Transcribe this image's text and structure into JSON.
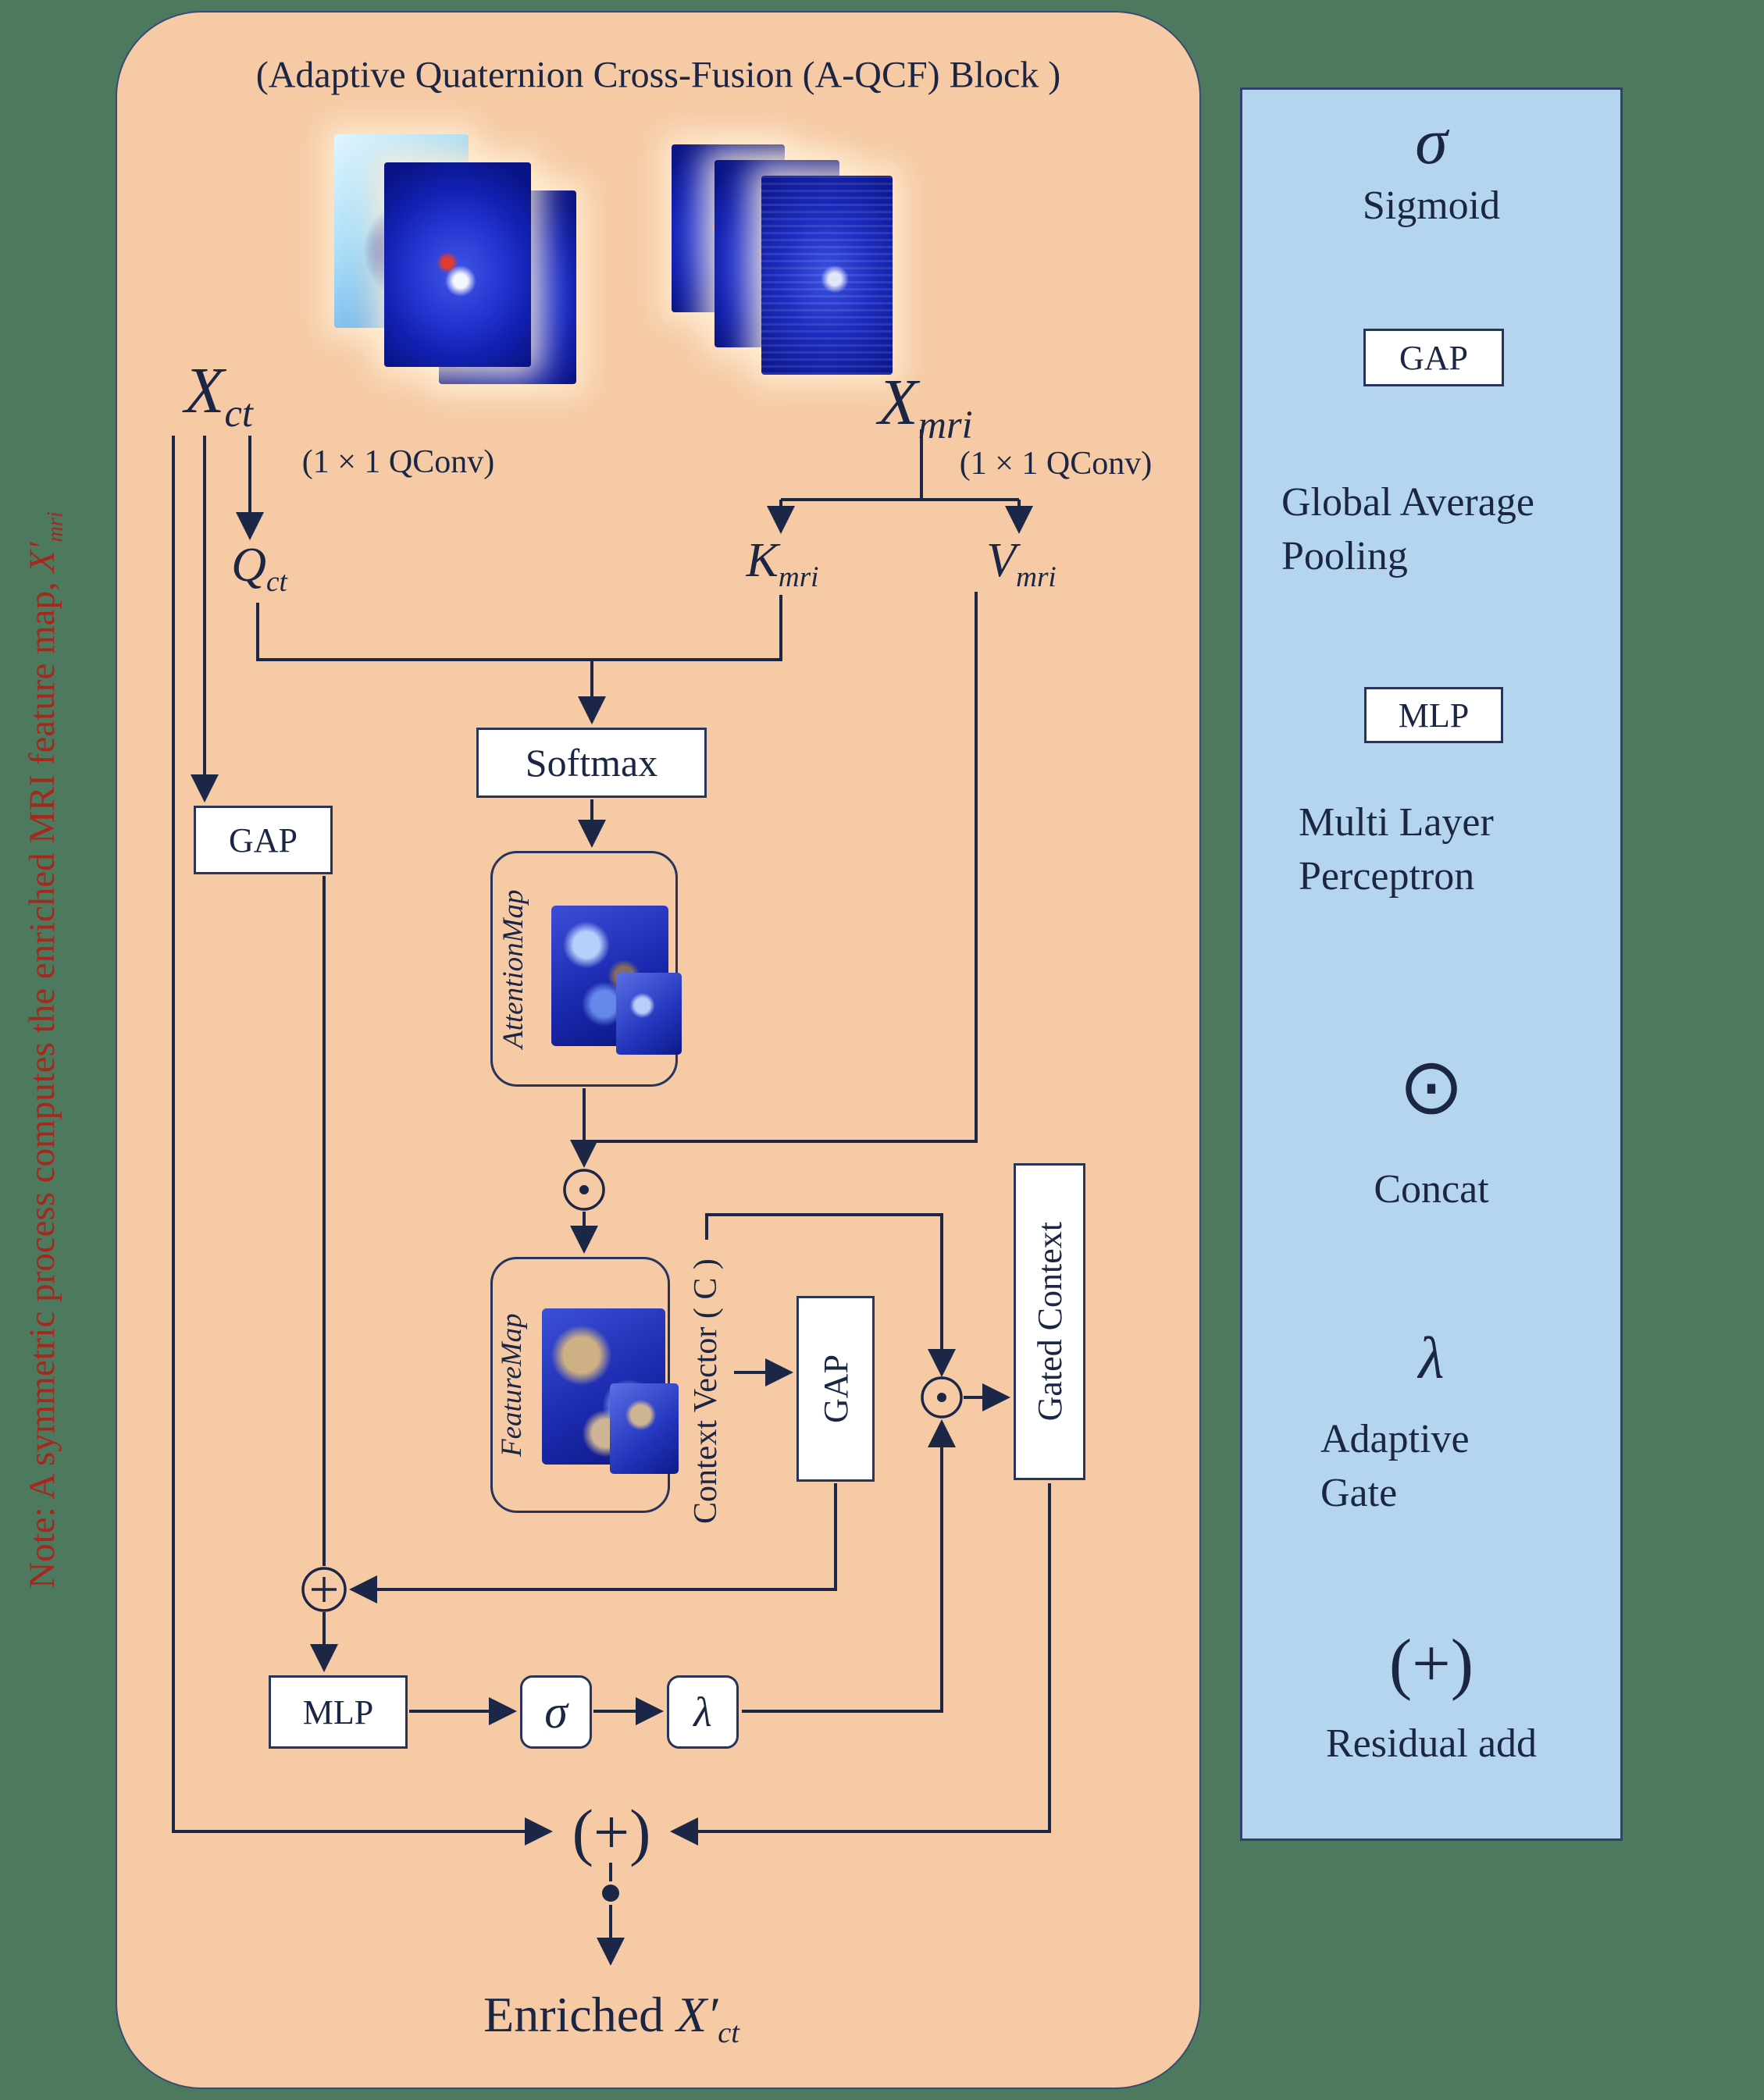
{
  "colors": {
    "background": "#4d7a5f",
    "block_fill": "#f6caa5",
    "legend_fill": "#b5d5ee",
    "line": "#1c2747",
    "note_text": "#a5281e"
  },
  "note": {
    "prefix": "Note: A symmetric process computes the enriched MRI feature map, ",
    "var": "X′",
    "sub": "mri"
  },
  "block": {
    "title": "(Adaptive Quaternion Cross-Fusion (A-QCF) Block )",
    "ct_input": {
      "base": "X",
      "sub": "ct"
    },
    "mri_input": {
      "base": "X",
      "sub": "mri"
    },
    "qconv_ct": "(1 × 1 QConv)",
    "qconv_mri": "(1 × 1 QConv)",
    "query": {
      "base": "Q",
      "sub": "ct"
    },
    "key": {
      "base": "K",
      "sub": "mri"
    },
    "value": {
      "base": "V",
      "sub": "mri"
    },
    "softmax": "Softmax",
    "attention_map": "AttentionMap",
    "feature_map": "FeatureMap",
    "context_vector": "Context Vector ( C )",
    "gap_left": "GAP",
    "gap_right": "GAP",
    "gated_context": "Gated Context",
    "mlp": "MLP",
    "sigma": "σ",
    "lambda": "λ",
    "residual_add": "(+)",
    "output": {
      "prefix": "Enriched ",
      "base": "X′",
      "sub": "ct"
    }
  },
  "legend": {
    "items": [
      {
        "symbol": "σ",
        "label": "Sigmoid"
      },
      {
        "symbol": "GAP",
        "label": "Global Average\nPooling"
      },
      {
        "symbol": "MLP",
        "label": "Multi Layer\nPerceptron"
      },
      {
        "symbol": "⊙",
        "label": "Concat"
      },
      {
        "symbol": "λ",
        "label": "Adaptive\nGate"
      },
      {
        "symbol": "(+)",
        "label": "Residual add"
      }
    ]
  }
}
